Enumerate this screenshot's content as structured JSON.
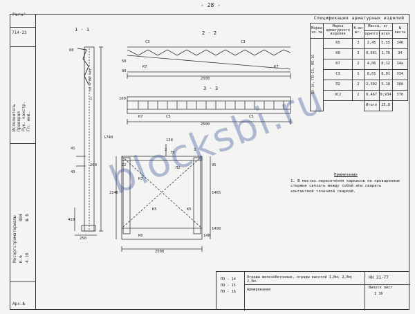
{
  "sheet": {
    "page_number": "- 28 -"
  },
  "left_strip": {
    "reg_label": "Регн°",
    "code1": "714-23",
    "stamp_line1": "Мосоргстроматериалы",
    "stamp_line2": "084",
    "stamp_line3": "№ 6",
    "stamp_line4": "4.16",
    "stamp_line5": "К.6",
    "doc_lines": [
      "Исполнитель",
      "Проверил",
      "Рук. констр.",
      "Гл. инж."
    ],
    "arch_label": "Арх.№"
  },
  "views": {
    "section_1_1": "1 - 1",
    "section_2_2": "2 - 2",
    "section_3_3": "3 - 3",
    "dims": {
      "d2500a": "2500",
      "d2500b": "2500",
      "d2500c": "2500",
      "d1740": "1740",
      "d2240": "2240",
      "d1490": "1490",
      "d1465": "1465",
      "d250": "250",
      "d410": "410",
      "d60": "60",
      "d50": "50",
      "d90": "90",
      "d100": "100",
      "d140": "140",
      "d200": "200",
      "d95": "95",
      "d22": "22",
      "d130": "130",
      "d70": "70",
      "d41": "41",
      "d43": "43"
    },
    "marks": {
      "k7": "К7",
      "k5": "К5",
      "k6": "К6",
      "c3": "С3",
      "c5": "С5",
      "p2": "П2",
      "n1": "1",
      "n2": "2",
      "n3": "3",
      "k7b": "К7",
      "k5b": "К5",
      "c3b": "С3",
      "c5b": "С5",
      "k7c": "К7",
      "k5c": "К5",
      "k6c": "К6",
      "p2c": "П2"
    },
    "vertical_text": [
      "по 4 60 нет",
      "ПО-14, ПО-15, ПО-16"
    ]
  },
  "spec": {
    "title": "Спецификация арматурных изделий",
    "side_label": "ПО-14, ПО-15, ПО-16",
    "headers": [
      "Марка эл-та",
      "Марка арматурного изделия",
      "К-во шт.",
      "Масса, кг",
      "",
      "№ листа"
    ],
    "subheaders": [
      "одного",
      "всех"
    ],
    "rows": [
      {
        "mark": "К5",
        "qty": "3",
        "one": "2,45",
        "all": "5,55",
        "sheet": "34б"
      },
      {
        "mark": "К6",
        "qty": "3",
        "one": "0,661",
        "all": "1,76",
        "sheet": "34"
      },
      {
        "mark": "К7",
        "qty": "2",
        "one": "4,06",
        "all": "8,12",
        "sheet": "34а"
      },
      {
        "mark": "С3",
        "qty": "1",
        "one": "8,01",
        "all": "8,01",
        "sheet": "334"
      },
      {
        "mark": "П2",
        "qty": "2",
        "one": "2,592",
        "all": "5,18",
        "sheet": "36б"
      },
      {
        "mark": "ОС2",
        "qty": "2",
        "one": "0,467",
        "all": "0,934",
        "sheet": "37б"
      }
    ],
    "total_label": "Итого",
    "total": "25,8"
  },
  "notes": {
    "title": "Примечание",
    "text": "1. В местах пересечения каркасов не проваренные стержни связать между собой или сварить контактной точечной сваркой."
  },
  "title_block": {
    "marks": [
      "ПО - 14",
      "ПО - 15",
      "ПО - 16"
    ],
    "title": "Ограды железобетонные, ограды высотой 1,0м; 2,0м; 2,5м.",
    "series": "НН 31-77",
    "subtitle": "Армирование",
    "sheet_label": "Выпуск лист",
    "sheet_no": "I  36"
  },
  "watermark": "blocksbi.ru"
}
